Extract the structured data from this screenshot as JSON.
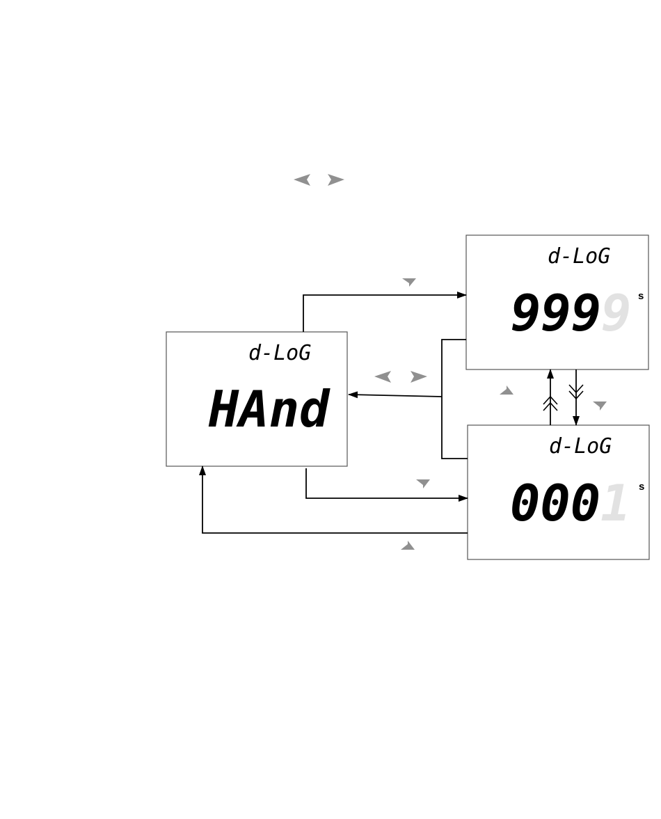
{
  "header": {
    "left_key_icon": "left-arrow-key-icon",
    "right_key_icon": "right-arrow-key-icon"
  },
  "screens": {
    "hand": {
      "label": "d-LoG",
      "value": "HAnd"
    },
    "max": {
      "label": "d-LoG",
      "value_main": "999",
      "value_dim": "9",
      "unit": "s"
    },
    "min": {
      "label": "d-LoG",
      "value_main": "000",
      "value_dim": "1",
      "unit": "s"
    }
  },
  "keys": {
    "down_key_icon": "down-arrow-key-icon",
    "up_key_icon": "up-arrow-key-icon",
    "left_key_icon": "left-arrow-key-icon",
    "right_key_icon": "right-arrow-key-icon",
    "double_up_icon": "double-up-chevron-icon",
    "double_down_icon": "double-down-chevron-icon"
  },
  "colors": {
    "key_gray": "#909090",
    "line": "#000000",
    "dim_digit": "#e2e2e2",
    "frame": "#555555"
  }
}
